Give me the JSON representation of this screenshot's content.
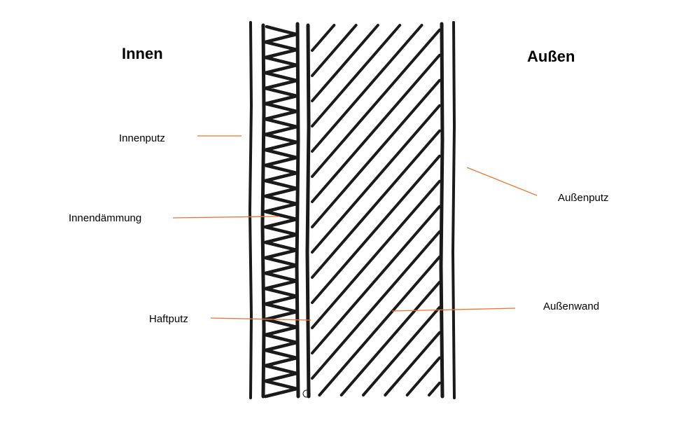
{
  "titles": {
    "inside": "Innen",
    "outside": "Außen"
  },
  "labels": {
    "innenputz": "Innenputz",
    "innendaemmung": "Innendämmung",
    "haftputz": "Haftputz",
    "aussenputz": "Außenputz",
    "aussenwand": "Außenwand"
  },
  "colors": {
    "leader": "#e8772e",
    "ink": "#1a1a1a"
  }
}
